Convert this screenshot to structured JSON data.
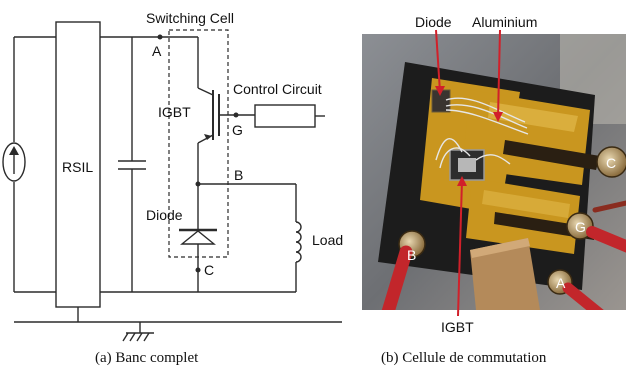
{
  "left_panel": {
    "switching_cell_label": "Switching Cell",
    "rsil_label": "RSIL",
    "igbt_label": "IGBT",
    "control_circuit_label": "Control Circuit",
    "diode_label": "Diode",
    "load_label": "Load",
    "node_a": "A",
    "node_b": "B",
    "node_c": "C",
    "node_g": "G",
    "caption": "(a) Banc complet"
  },
  "right_panel": {
    "diode_label": "Diode",
    "aluminium_label": "Aluminium",
    "igbt_label": "IGBT",
    "terminal_a": "A",
    "terminal_b": "B",
    "terminal_c": "C",
    "terminal_g": "G",
    "caption": "(b) Cellule de commutation"
  },
  "colors": {
    "pcb_black": "#1c1c1c",
    "kapton": "#c9961f",
    "cable_red": "#c2262b",
    "copper": "#b87333"
  }
}
